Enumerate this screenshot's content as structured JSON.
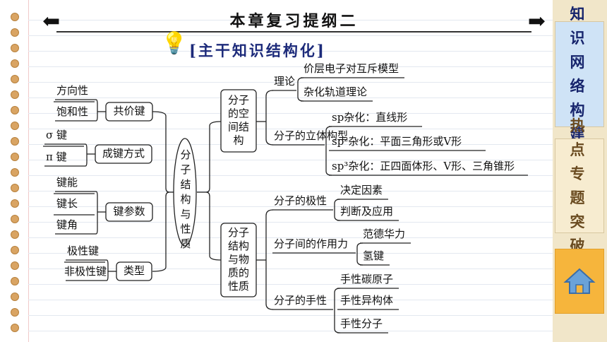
{
  "header": {
    "title": "本章复习提纲二",
    "subtitle": "[主干知识结构化]"
  },
  "tabs": [
    {
      "label": "知识网络构建"
    },
    {
      "label": "热点专题突破"
    }
  ],
  "icons": {
    "left_arrow": "left-arrow-icon",
    "right_arrow": "right-arrow-icon",
    "bulb": "light-bulb-icon",
    "home": "home-icon"
  },
  "colors": {
    "tab_network": "#cfe3f6",
    "tab_topics": "#f7ecd0",
    "tab_home": "#f6b53c",
    "text_blue": "#16246c"
  },
  "diagram": {
    "root": "分子结构与性质",
    "left": [
      {
        "label": "共价键",
        "children": [
          "方向性",
          "饱和性"
        ]
      },
      {
        "label": "成键方式",
        "children": [
          "σ 键",
          "π 键"
        ]
      },
      {
        "label": "键参数",
        "children": [
          "键能",
          "键长",
          "键角"
        ]
      },
      {
        "label": "类型",
        "children": [
          "极性键",
          "非极性键"
        ]
      }
    ],
    "right": [
      {
        "label": "分子的空间结构",
        "groups": [
          {
            "label": "理论",
            "children": [
              "价层电子对互斥模型",
              "杂化轨道理论"
            ]
          },
          {
            "label": "分子的立体构型",
            "children": [
              "sp杂化：直线形",
              "sp²杂化：平面三角形或V形",
              "sp³杂化：正四面体形、V形、三角锥形"
            ]
          }
        ]
      },
      {
        "label": "分子结构与物质的性质",
        "groups": [
          {
            "label": "分子的极性",
            "children": [
              "决定因素",
              "判断及应用"
            ]
          },
          {
            "label": "分子间的作用力",
            "children": [
              "范德华力",
              "氢键"
            ]
          },
          {
            "label": "分子的手性",
            "children": [
              "手性碳原子",
              "手性异构体",
              "手性分子"
            ]
          }
        ]
      }
    ]
  }
}
